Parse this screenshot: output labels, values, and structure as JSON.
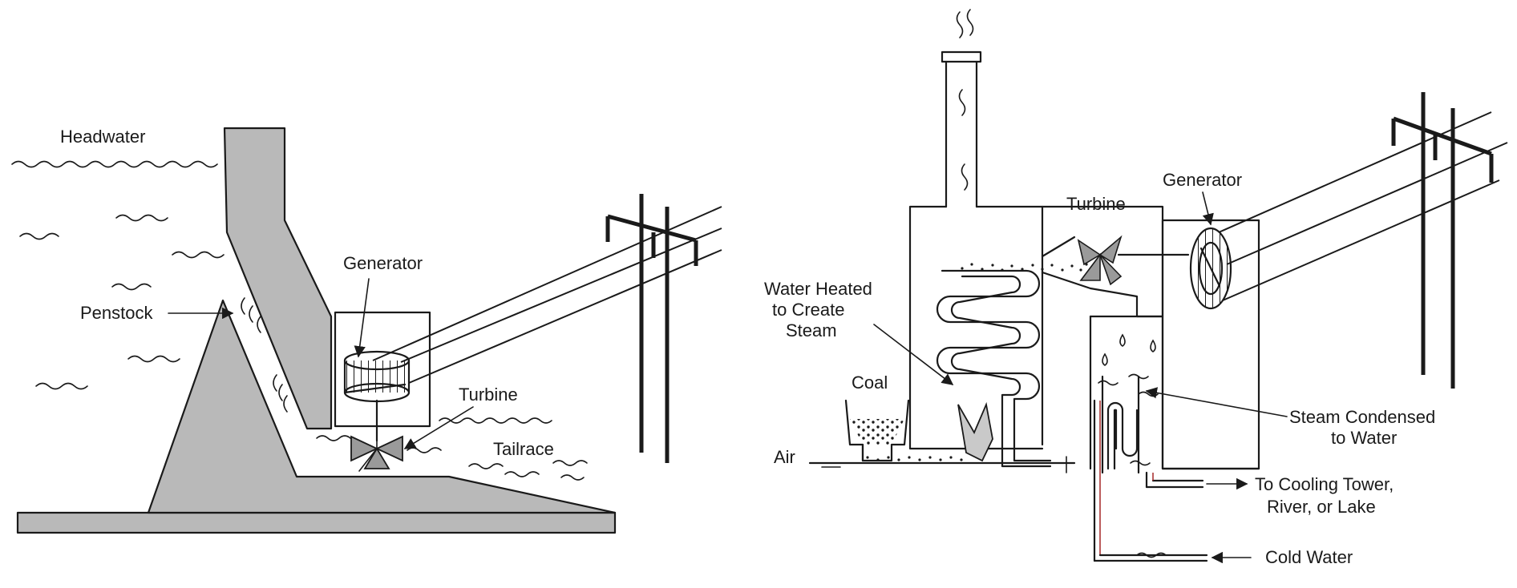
{
  "hydro": {
    "headwater": "Headwater",
    "penstock": "Penstock",
    "generator": "Generator",
    "turbine": "Turbine",
    "tailrace": "Tailrace"
  },
  "thermal": {
    "turbine": "Turbine",
    "generator": "Generator",
    "water_heated_1": "Water Heated",
    "water_heated_2": "to Create",
    "water_heated_3": "Steam",
    "coal": "Coal",
    "air": "Air",
    "steam_condensed_1": "Steam Condensed",
    "steam_condensed_2": "to Water",
    "cooling_1": "To Cooling Tower,",
    "cooling_2": "River, or Lake",
    "cold_water": "Cold Water"
  }
}
